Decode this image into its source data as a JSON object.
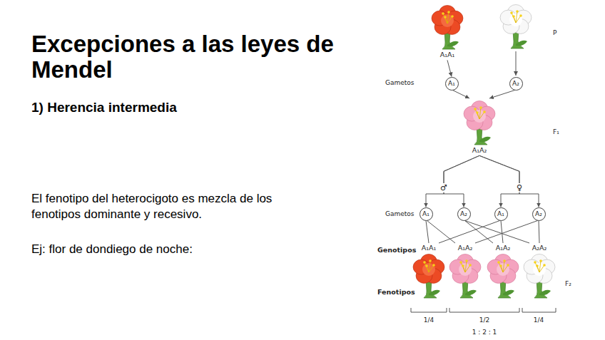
{
  "diagram": {
    "title": "Excepciones a las leyes de Mendel",
    "nodes": [
      {
        "text": [
          "A₁A₁"
        ]
      },
      {
        "text": [
          "A₁"
        ]
      },
      {
        "text": [
          "A₂"
        ]
      },
      {
        "text": [
          "A₁A₂"
        ]
      },
      {
        "text": [
          "A₁"
        ]
      },
      {
        "text": [
          "A₂"
        ]
      },
      {
        "text": [
          "A₁"
        ]
      },
      {
        "text": [
          "A₂"
        ]
      },
      {
        "text": [
          "A₁A₁"
        ]
      },
      {
        "text": [
          "A₁A₂"
        ]
      },
      {
        "text": [
          "A₁A₂"
        ]
      },
      {
        "text": [
          "A₂A₂"
        ]
      }
    ],
    "edges": [
      {
        "from": 0,
        "to": 1,
        "arrow": "to"
      },
      {
        "from": 1,
        "to": 3,
        "arrow": "to"
      },
      {
        "from": 2,
        "to": 3,
        "arrow": "to"
      },
      {
        "from": 3,
        "to": 4,
        "arrow": "to"
      },
      {
        "from": 3,
        "to": 5,
        "arrow": "to"
      },
      {
        "from": 3,
        "to": 6,
        "arrow": "to"
      },
      {
        "from": 3,
        "to": 7,
        "arrow": "to"
      },
      {
        "from": 4,
        "to": 8,
        "arrow": "none"
      },
      {
        "from": 4,
        "to": 9,
        "arrow": "none"
      },
      {
        "from": 5,
        "to": 10,
        "arrow": "none"
      },
      {
        "from": 5,
        "to": 11,
        "arrow": "none"
      },
      {
        "from": 6,
        "to": 8,
        "arrow": "none"
      },
      {
        "from": 6,
        "to": 10,
        "arrow": "none"
      },
      {
        "from": 7,
        "to": 9,
        "arrow": "none"
      },
      {
        "from": 7,
        "to": 11,
        "arrow": "none"
      }
    ],
    "labels": [
      "1) Herencia intermedia",
      "El fenotipo del heterocigoto es mezcla de los fenotipos dominante y recesivo.",
      "Ej: flor de dondiego de noche:",
      "P",
      "Gametos",
      "F₁",
      "♂",
      "♀",
      "Gametos",
      "Genotipos",
      "Fenotipos",
      "F₂",
      "1/4",
      "1/2",
      "1/4",
      "1 : 2 : 1"
    ]
  }
}
